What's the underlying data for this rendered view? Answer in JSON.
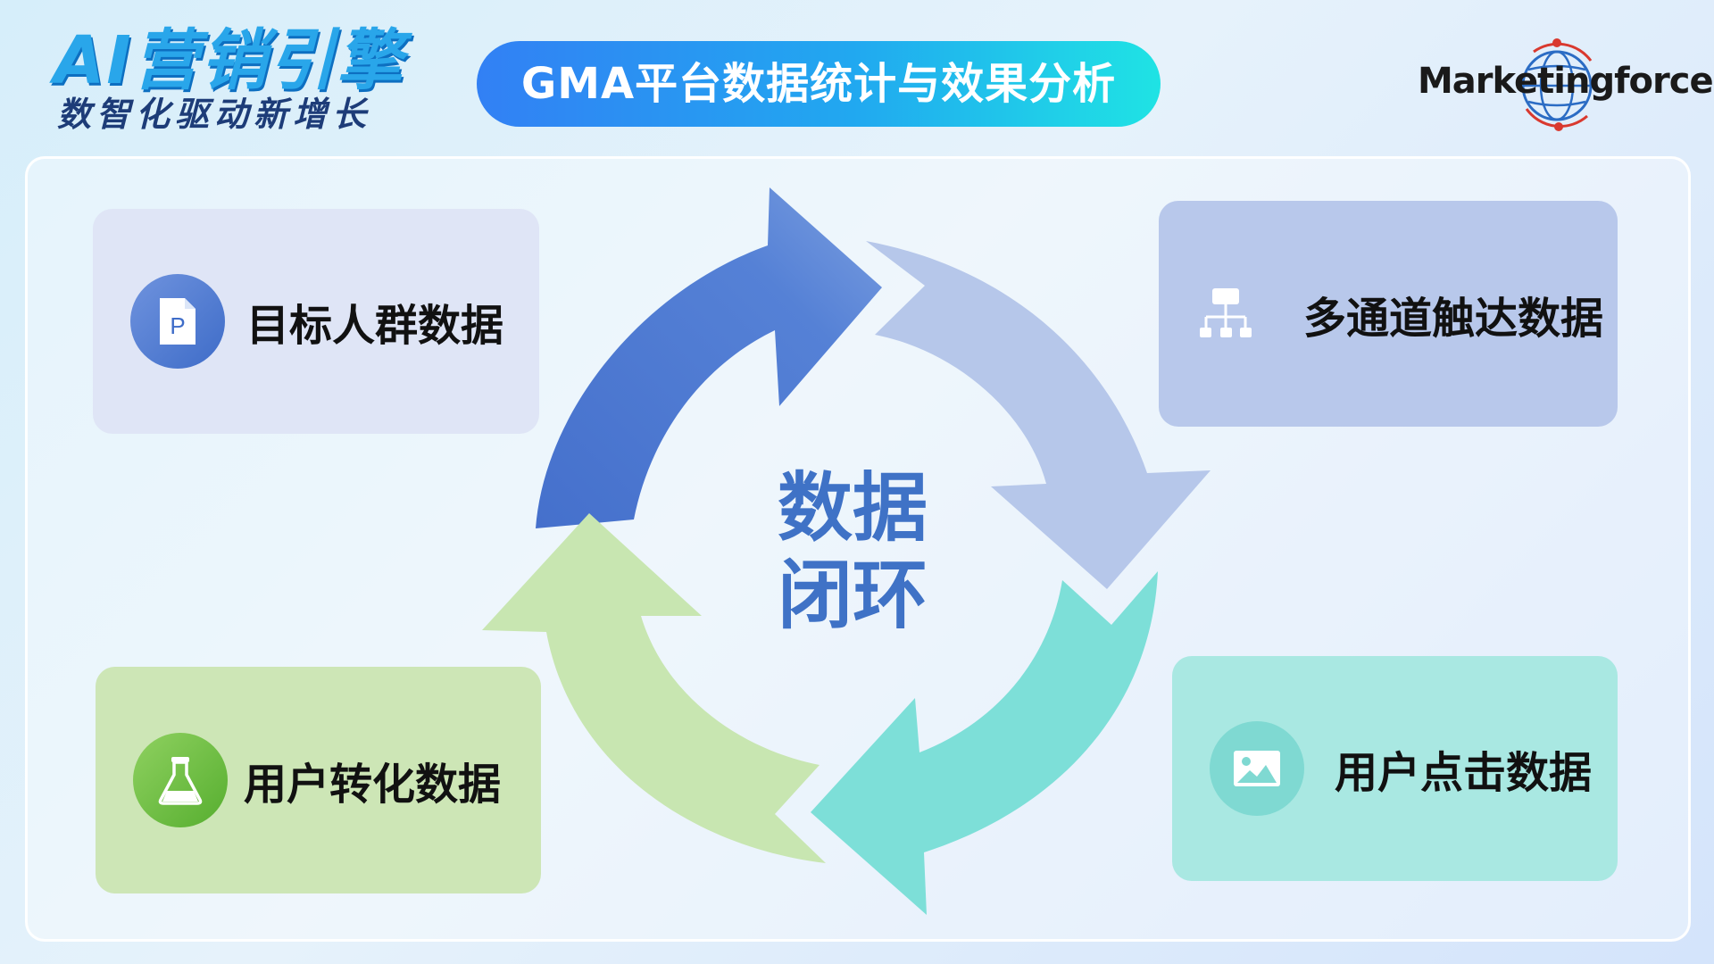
{
  "brand": {
    "title": "AI营销引擎",
    "subtitle": "数智化驱动新增长"
  },
  "header": {
    "title": "GMA平台数据统计与效果分析"
  },
  "logo": {
    "text": "Marketingforce"
  },
  "center": {
    "line1": "数据",
    "line2": "闭环"
  },
  "cards": [
    {
      "label": "目标人群数据",
      "icon": "document-p-icon",
      "color": "#dfe5f6"
    },
    {
      "label": "多通道触达数据",
      "icon": "org-chart-icon",
      "color": "#b8c8eb"
    },
    {
      "label": "用户点击数据",
      "icon": "image-icon",
      "color": "#a9e8e2"
    },
    {
      "label": "用户转化数据",
      "icon": "flask-icon",
      "color": "#cde6b6"
    }
  ],
  "colors": {
    "blue": "#4a75cf",
    "lavender": "#b6c7ea",
    "teal": "#7ddfd8",
    "green": "#c8e6b1"
  }
}
